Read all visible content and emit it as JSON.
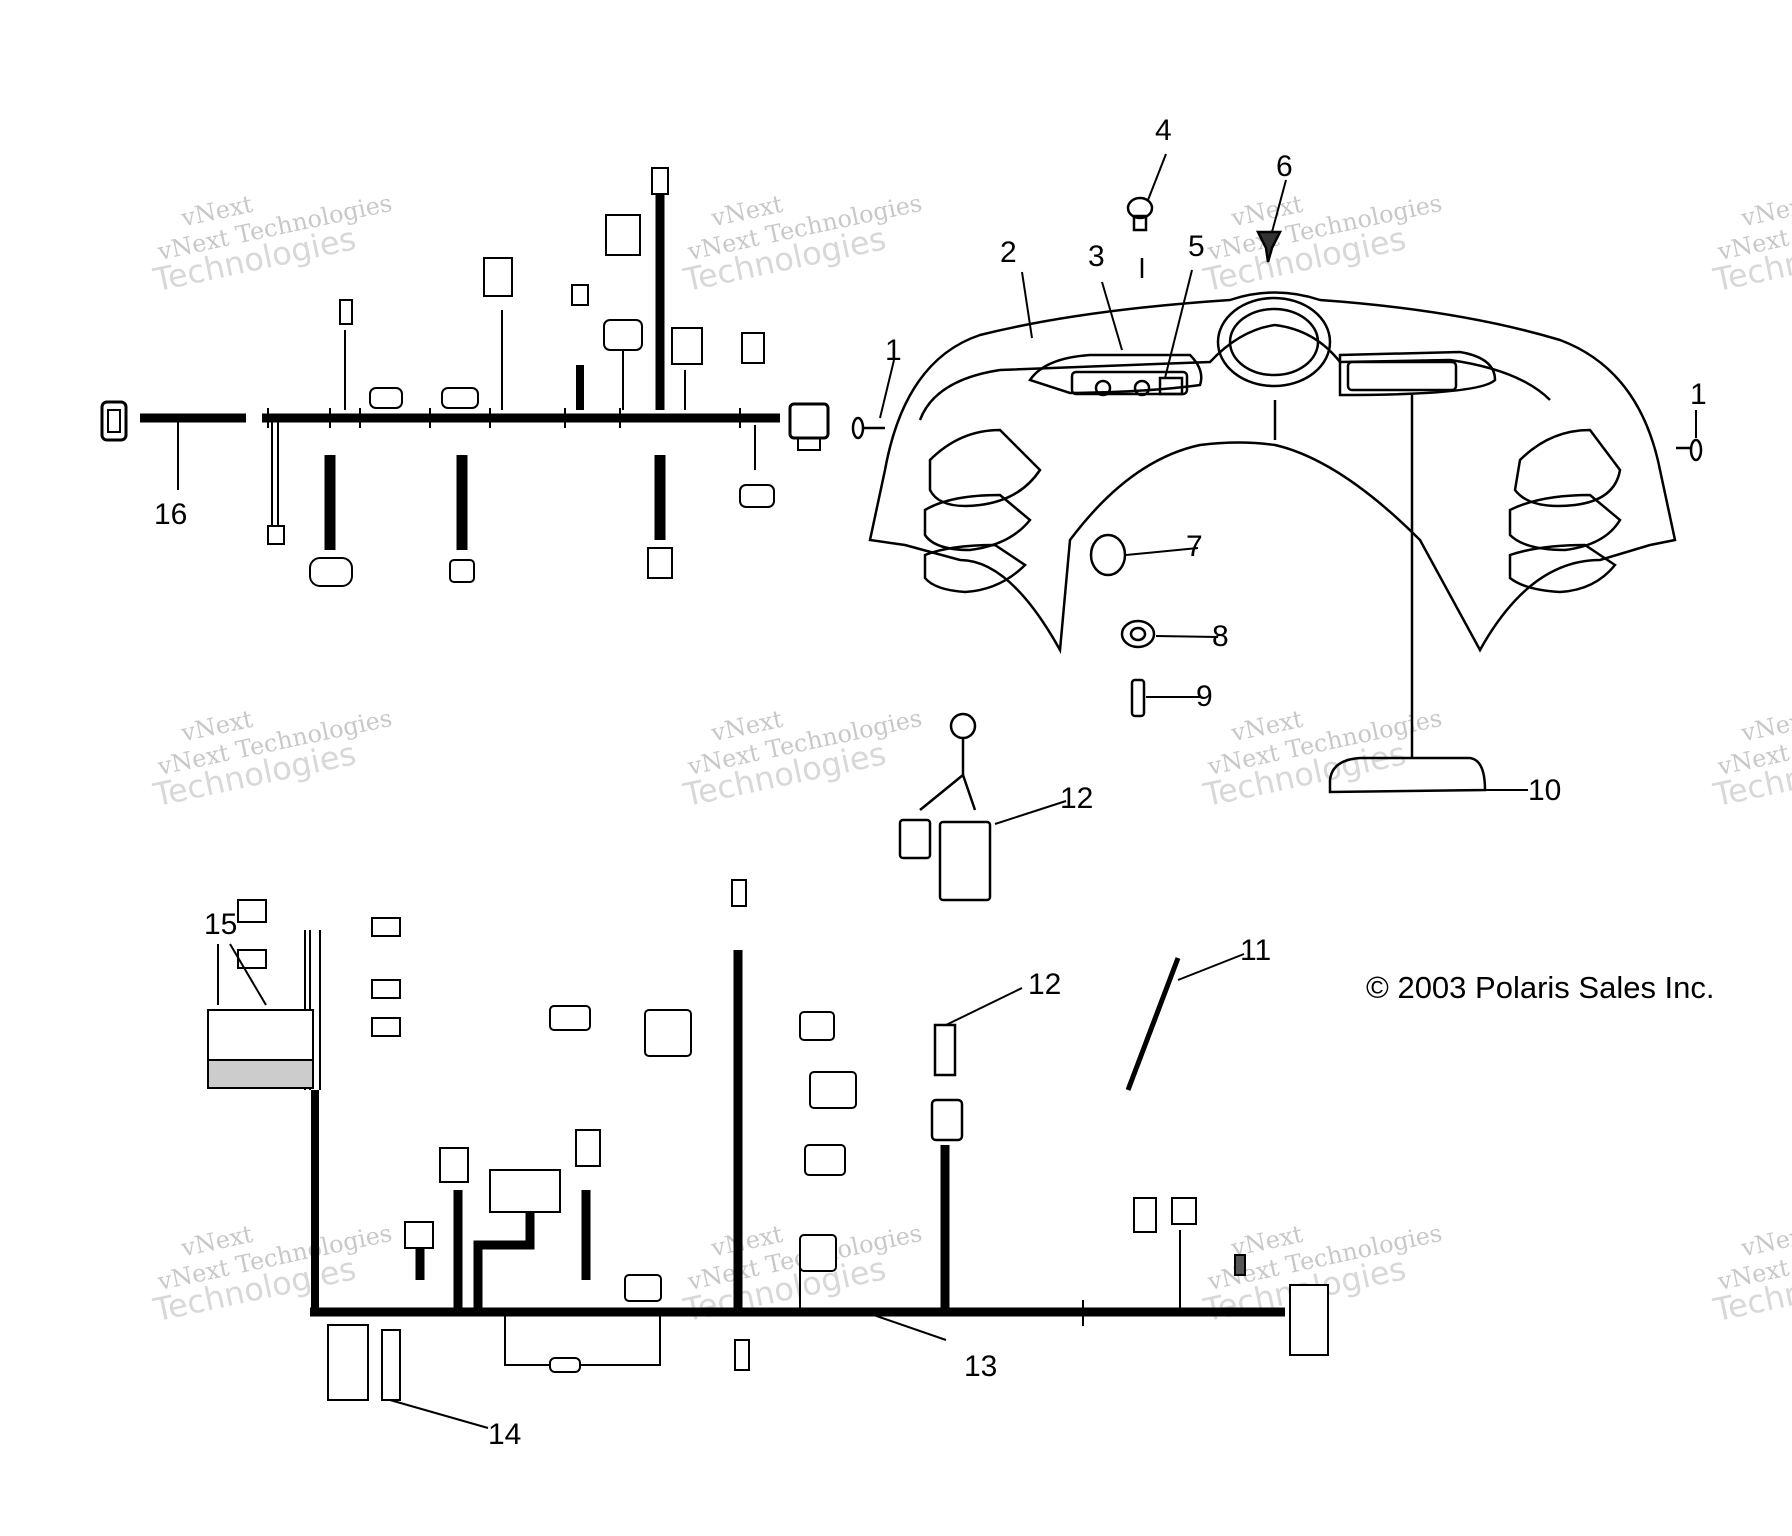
{
  "callouts": [
    "1",
    "2",
    "3",
    "4",
    "5",
    "6",
    "7",
    "8",
    "9",
    "10",
    "11",
    "12",
    "13",
    "14",
    "15",
    "16"
  ],
  "copyright": "© 2003 Polaris Sales Inc.",
  "watermark": {
    "line1": "vNext",
    "line2": "vNext Technologies",
    "line3": "Technologies"
  }
}
